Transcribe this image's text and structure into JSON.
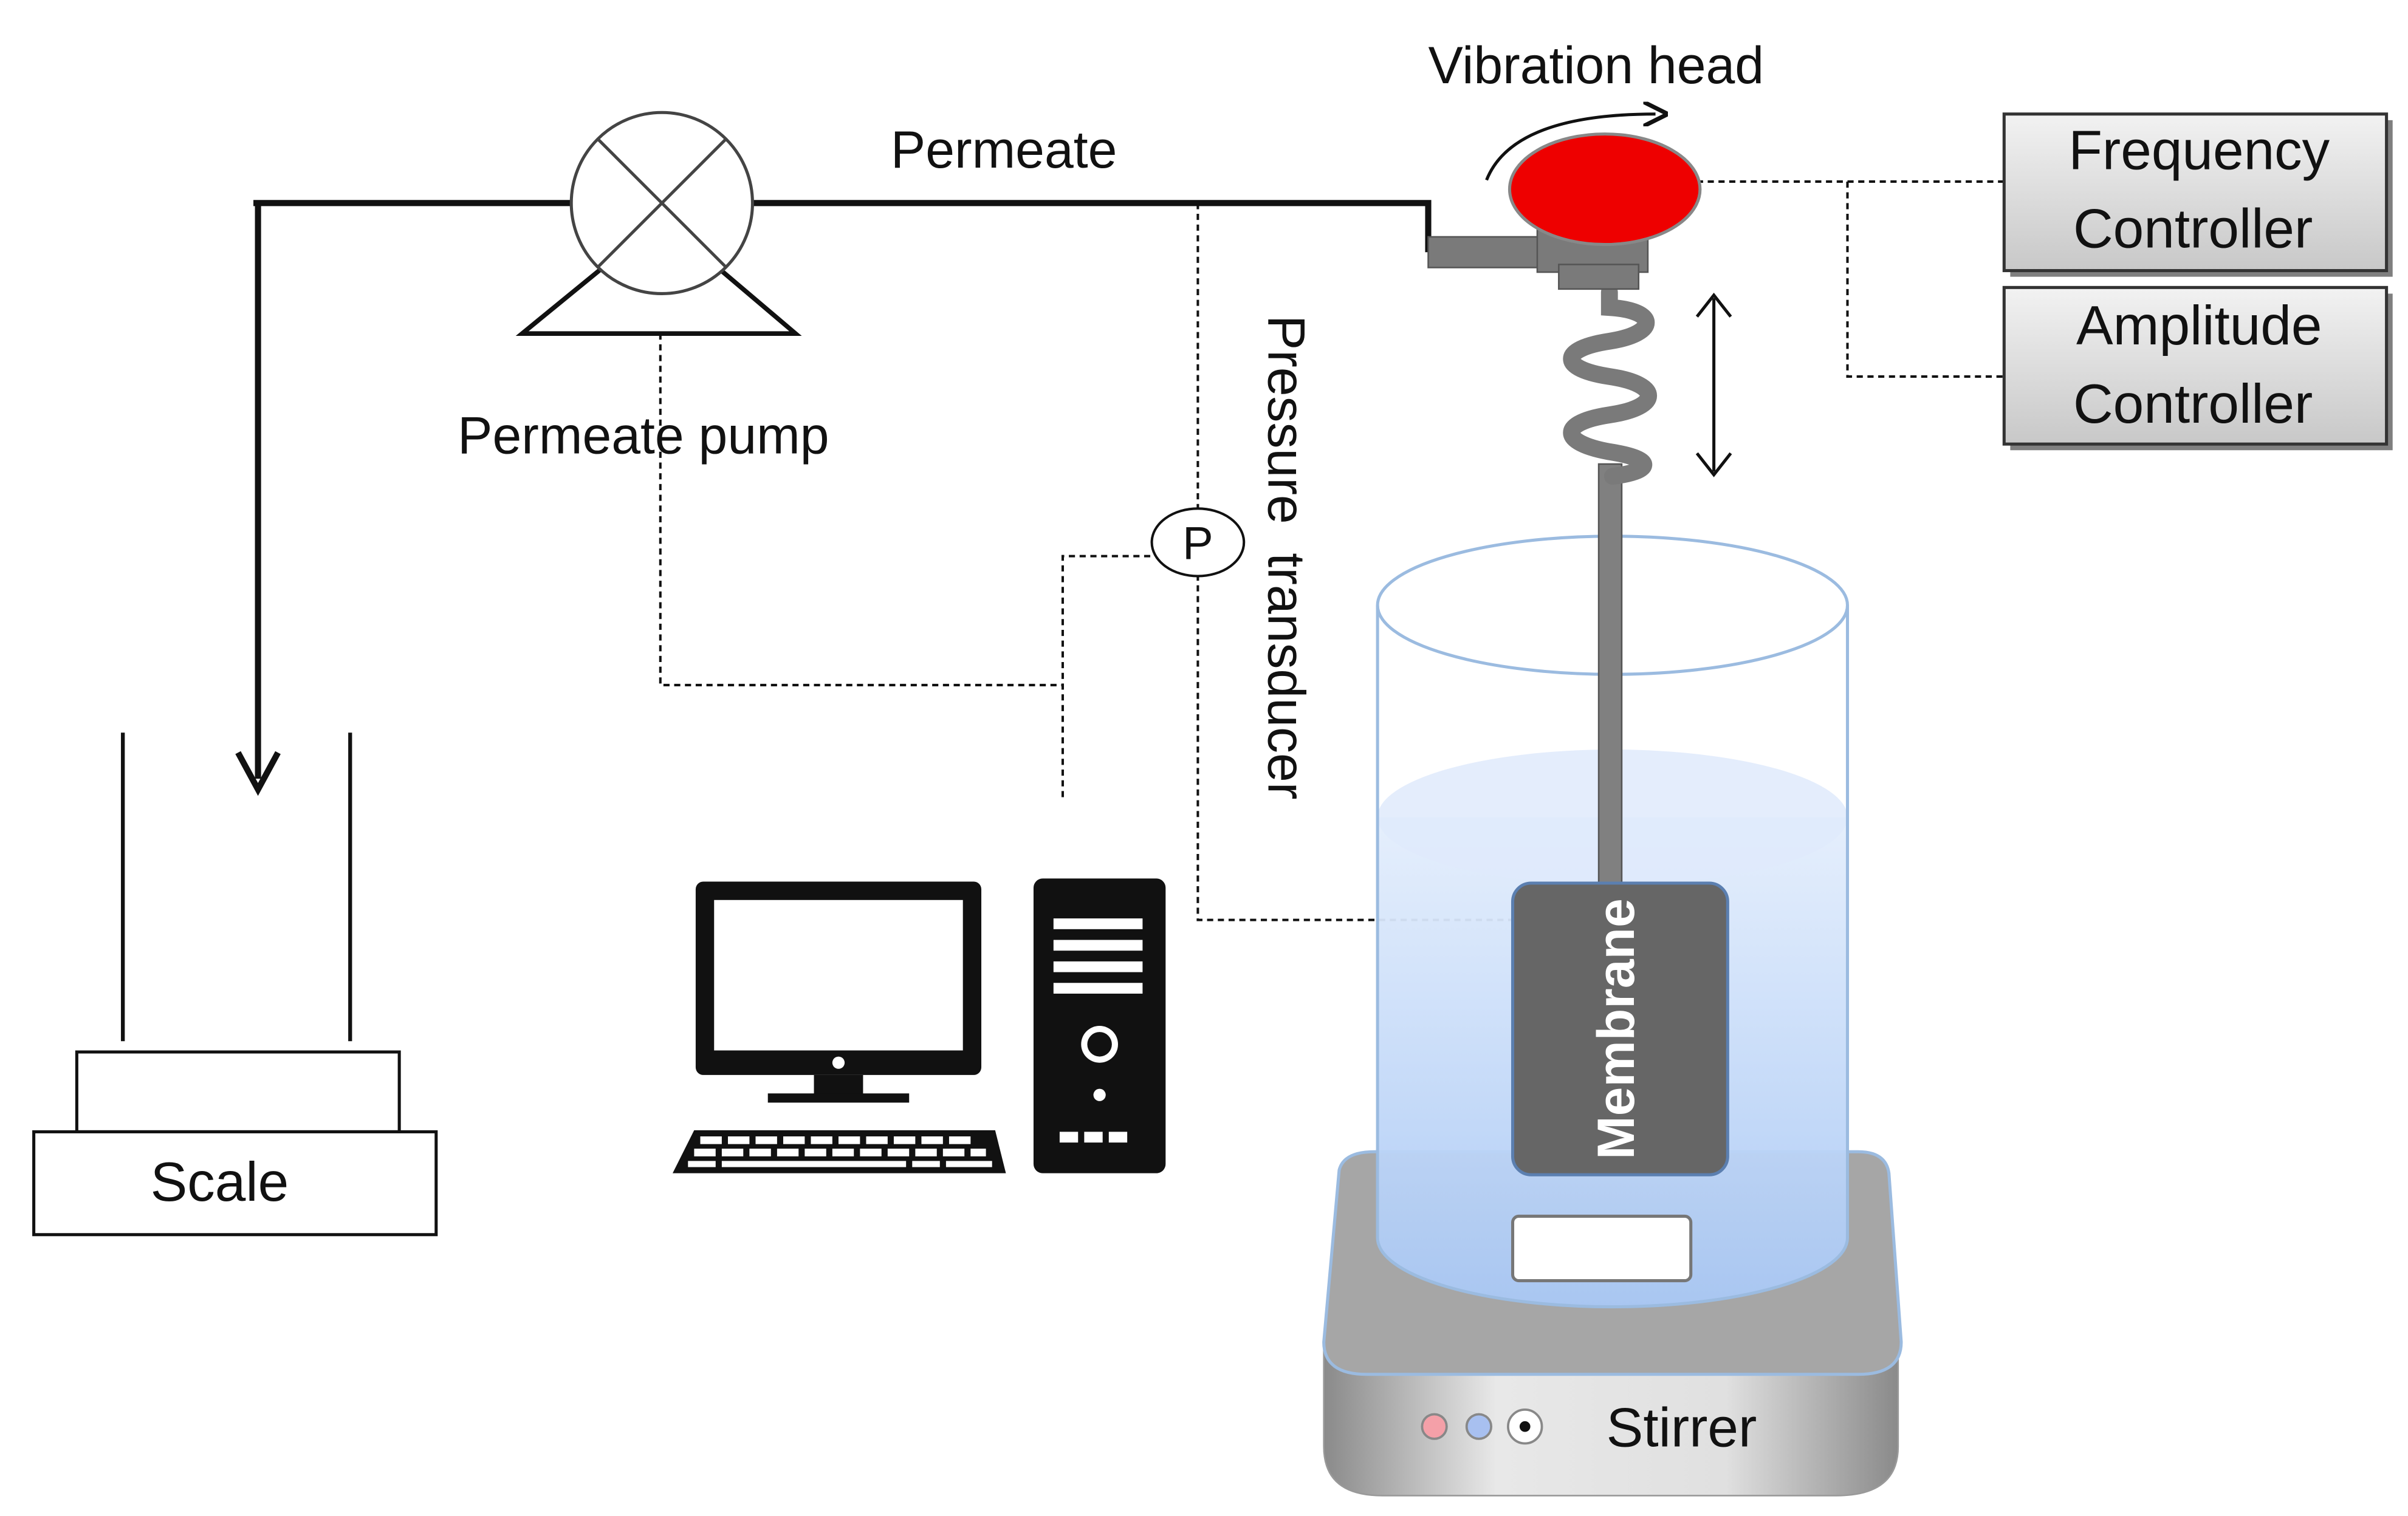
{
  "labels": {
    "vibration_head": "Vibration head",
    "permeate": "Permeate",
    "permeate_pump": "Permeate pump",
    "pressure_transducer": "Pressure  transducer",
    "pressure_symbol": "P",
    "frequency_controller_line1": "Frequency",
    "frequency_controller_line2": "Controller",
    "amplitude_controller_line1": "Amplitude",
    "amplitude_controller_line2": "Controller",
    "membrane": "Membrane",
    "scale": "Scale",
    "stirrer": "Stirrer"
  },
  "colors": {
    "vibration_head": "#ee0000",
    "liquid": "#cfe0fb",
    "vessel_edge": "#9bbbe0",
    "membrane": "#666666",
    "controller_box": "#d9d9d9",
    "stirrer_base": "#b8b8b8",
    "stirrer_top": "#a8a8a8",
    "stirrer_buttons": [
      "#f4a0a8",
      "#a8c0f0",
      "#ffffff"
    ]
  },
  "icons": [
    "pump-icon",
    "desktop-computer-icon",
    "pressure-gauge-icon",
    "vibration-spring-icon",
    "rotation-arrow-icon",
    "bidirectional-arrow-icon"
  ]
}
